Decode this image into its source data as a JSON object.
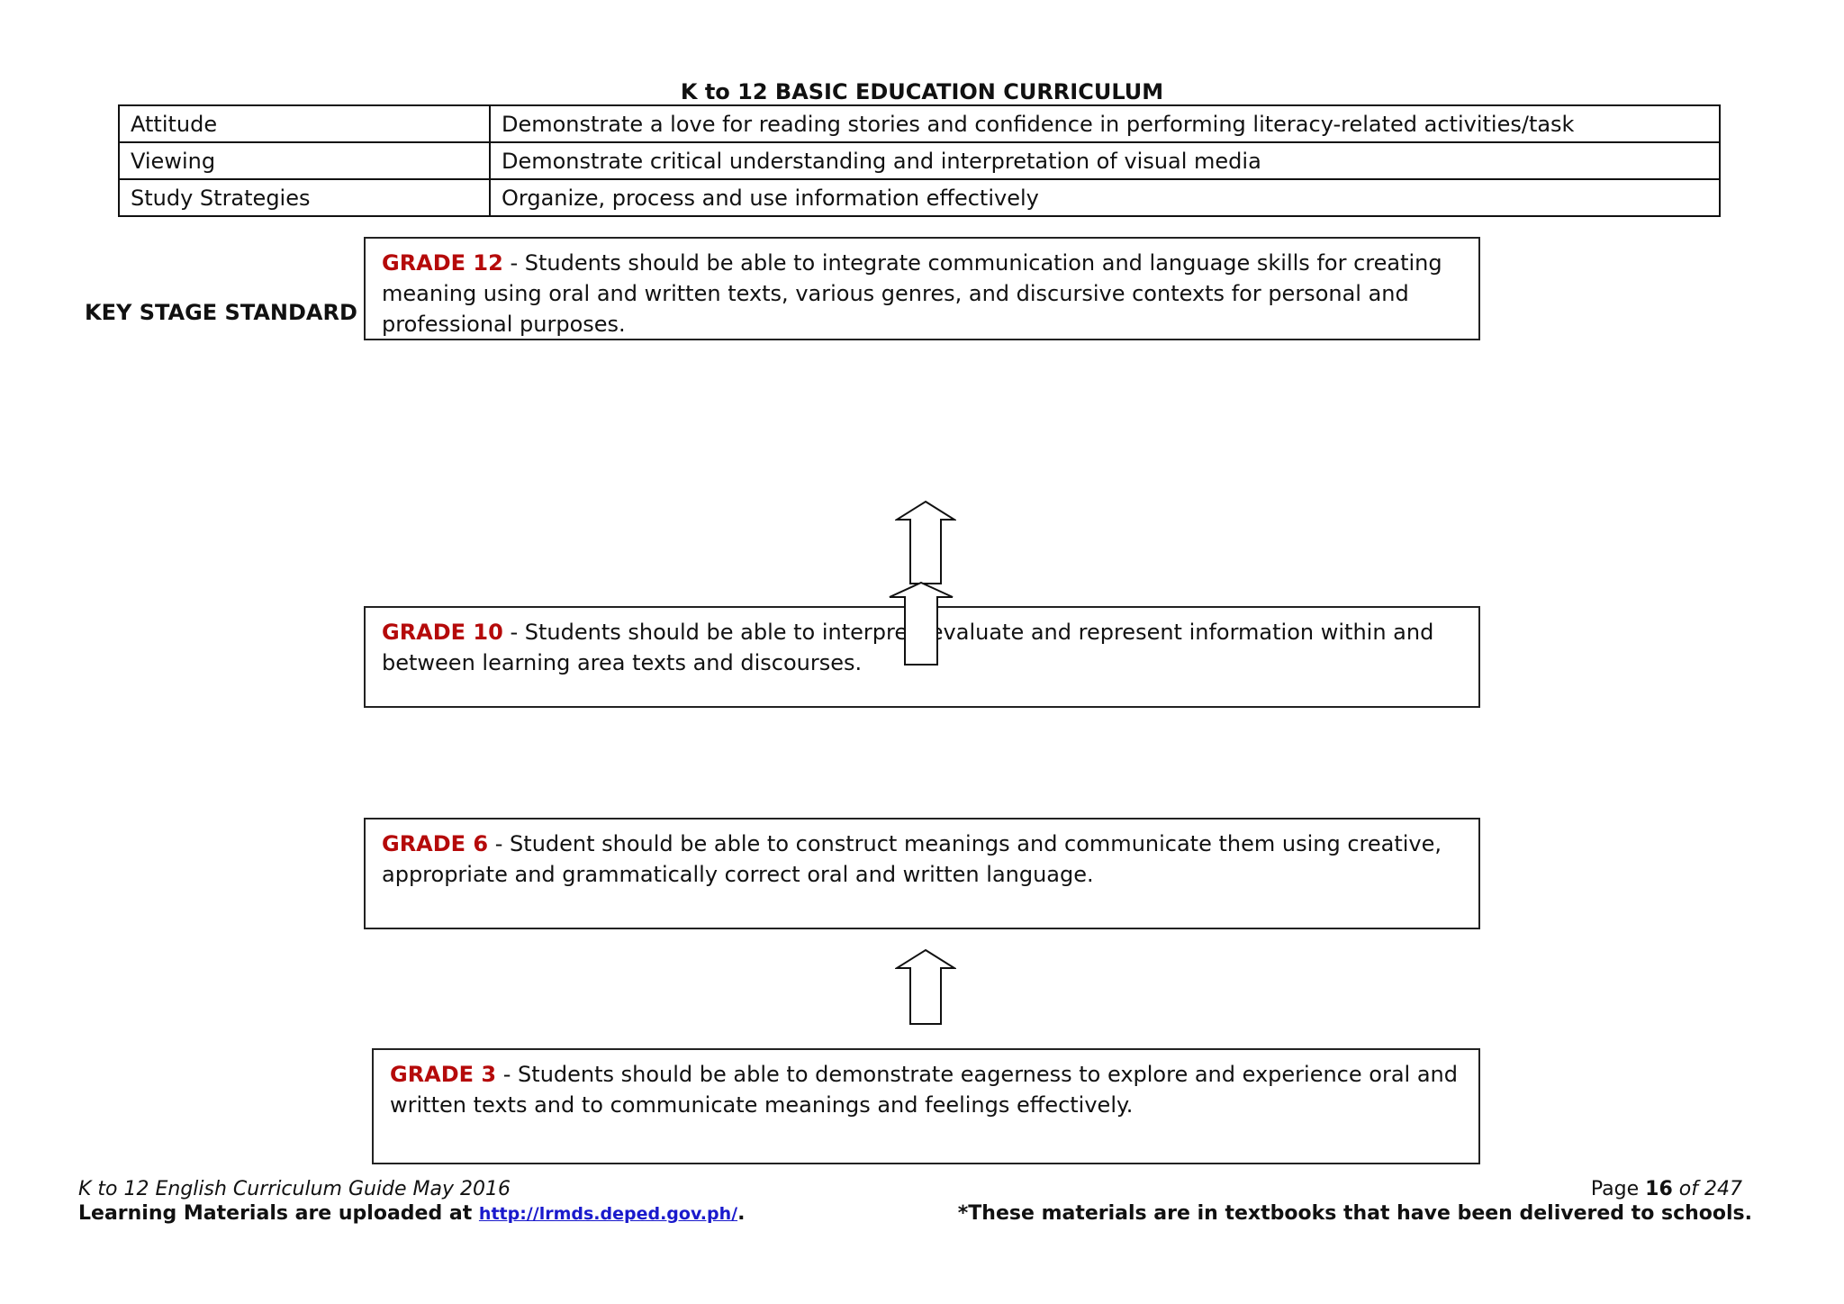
{
  "header": {
    "title": "K to 12 BASIC EDUCATION CURRICULUM"
  },
  "table": [
    {
      "domain": "Attitude",
      "standard": "Demonstrate a love for reading stories and confidence in performing literacy-related activities/task"
    },
    {
      "domain": "Viewing",
      "standard": "Demonstrate critical understanding and interpretation of visual media"
    },
    {
      "domain": "Study Strategies",
      "standard": "Organize, process and use information effectively"
    }
  ],
  "key_stage": {
    "label": "KEY STAGE STANDARD",
    "grade12": {
      "name": "GRADE 12",
      "text": " - Students should be able to integrate communication and language skills for creating meaning using oral and written texts, various genres, and discursive contexts for personal and professional purposes."
    },
    "grade10": {
      "name": "GRADE 10",
      "text": " - Students should be able to interpret, evaluate and represent information within and between learning area texts and discourses."
    },
    "grade6": {
      "name": "GRADE 6",
      "text": " - Student should be able to construct meanings and communicate them using creative, appropriate and grammatically correct oral and written language."
    },
    "grade3": {
      "name": "GRADE 3",
      "text": " - Students should be able to demonstrate eagerness to explore and experience oral and written texts and to communicate meanings and feelings effectively."
    }
  },
  "footer": {
    "guide": "K to 12 English Curriculum Guide May 2016",
    "page_label": "Page",
    "page_number": "16",
    "page_of": "of 247",
    "upload_text": "Learning Materials are uploaded at",
    "upload_link": "http://lrmds.deped.gov.ph/",
    "upload_period": ".",
    "note": "*These materials are in textbooks that have been delivered to schools."
  }
}
